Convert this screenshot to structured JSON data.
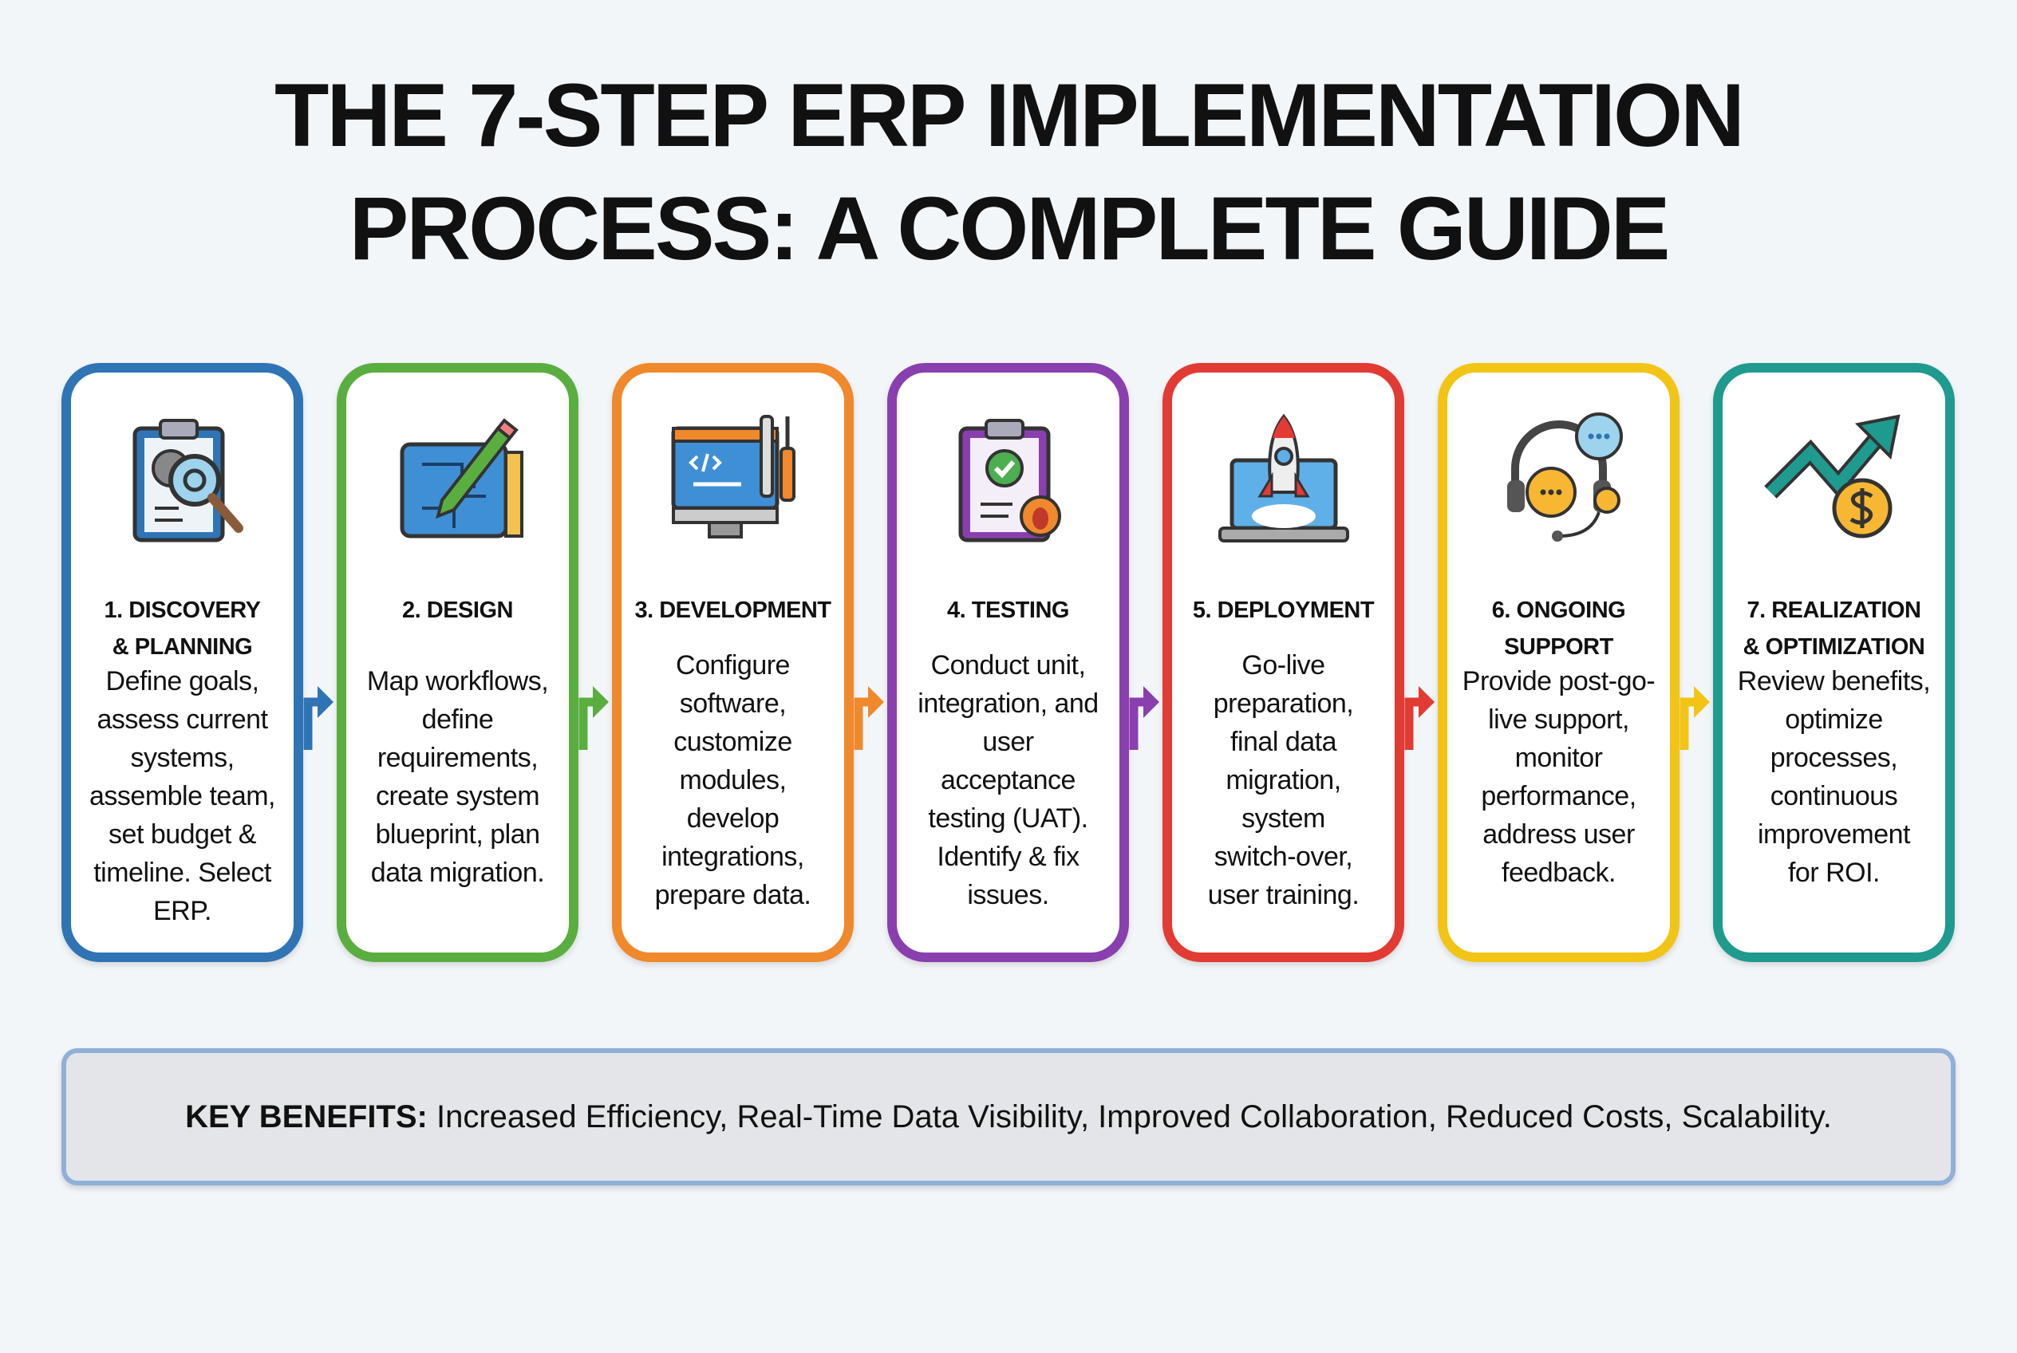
{
  "title": {
    "line1": "THE 7-STEP ERP IMPLEMENTATION",
    "line2": "PROCESS: A COMPLETE GUIDE"
  },
  "steps": [
    {
      "heading": "1. DISCOVERY\n& PLANNING",
      "description": "Define goals,\nassess current\nsystems,\nassemble team,\nset budget &\ntimeline. Select\nERP.",
      "color": "#2f74b5",
      "icon": "clipboard-gear-magnifier-icon"
    },
    {
      "heading": "2. DESIGN",
      "description": "Map workflows,\ndefine\nrequirements,\ncreate system\nblueprint, plan\ndata migration.",
      "color": "#5aae3f",
      "icon": "blueprint-pencil-icon"
    },
    {
      "heading": "3. DEVELOPMENT",
      "description": "Configure\nsoftware,\ncustomize\nmodules,\ndevelop\nintegrations,\nprepare data.",
      "color": "#f0892c",
      "icon": "monitor-code-tools-icon"
    },
    {
      "heading": "4. TESTING",
      "description": "Conduct unit,\nintegration, and\nuser\nacceptance\ntesting (UAT).\nIdentify & fix\nissues.",
      "color": "#8a3fae",
      "icon": "clipboard-check-bug-icon"
    },
    {
      "heading": "5. DEPLOYMENT",
      "description": "Go-live\npreparation,\nfinal data\nmigration,\nsystem\nswitch-over,\nuser training.",
      "color": "#e13b34",
      "icon": "rocket-laptop-icon"
    },
    {
      "heading": "6. ONGOING\nSUPPORT",
      "description": "Provide post-go-\nlive support,\nmonitor\nperformance,\naddress user\nfeedback.",
      "color": "#f2c416",
      "icon": "headset-chat-icon"
    },
    {
      "heading": "7. REALIZATION\n& OPTIMIZATION",
      "description": "Review benefits,\noptimize\nprocesses,\ncontinuous\nimprovement\nfor ROI.",
      "color": "#1f9a8e",
      "icon": "growth-arrow-dollar-icon"
    }
  ],
  "benefits": {
    "label": "KEY BENEFITS:",
    "text": " Increased Efficiency, Real-Time Data Visibility, Improved Collaboration, Reduced Costs, Scalability."
  }
}
